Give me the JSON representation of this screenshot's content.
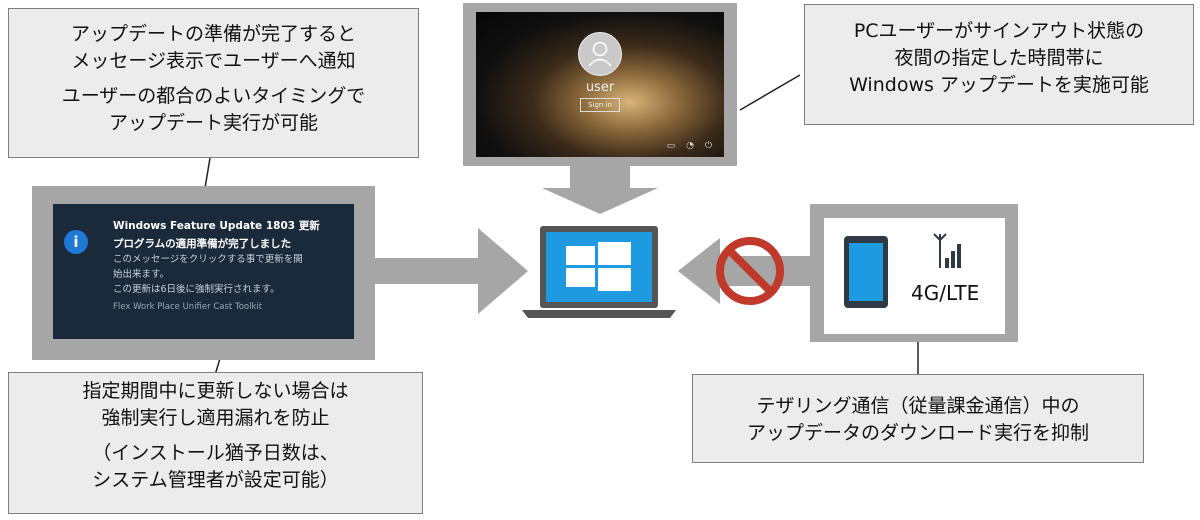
{
  "callouts": {
    "top_left": {
      "line1": "アップデートの準備が完了すると",
      "line2": "メッセージ表示でユーザーへ通知",
      "line3": "ユーザーの都合のよいタイミングで",
      "line4": "アップデート実行が可能"
    },
    "top_right": {
      "line1": "PCユーザーがサインアウト状態の",
      "line2": "夜間の指定した時間帯に",
      "line3": "Windows アップデートを実施可能"
    },
    "bottom_left": {
      "line1": "指定期間中に更新しない場合は",
      "line2": "強制実行し適用漏れを防止",
      "line3": "（インストール猶予日数は、",
      "line4": "システム管理者が設定可能）"
    },
    "bottom_right": {
      "line1": "テザリング通信（従量課金通信）中の",
      "line2": "アップデータのダウンロード実行を抑制"
    }
  },
  "toast": {
    "title": "Windows Feature Update 1803 更新",
    "title2": "プログラムの適用準備が完了しました",
    "body_line1": "このメッセージをクリックする事で更新を開",
    "body_line2": "始出来ます。",
    "body_line3": "この更新は6日後に強制実行されます。",
    "footer": "Flex Work Place Unifier Cast Toolkit"
  },
  "lockscreen": {
    "username": "user",
    "signin_label": "Sign in"
  },
  "device": {
    "network_label": "4G/LTE"
  },
  "colors": {
    "frame_gray": "#a6a6a6",
    "callout_fill": "#ececec",
    "windows_blue": "#1e9be0",
    "prohibit_red": "#c0392b",
    "toast_bg": "#1b2a3a"
  }
}
